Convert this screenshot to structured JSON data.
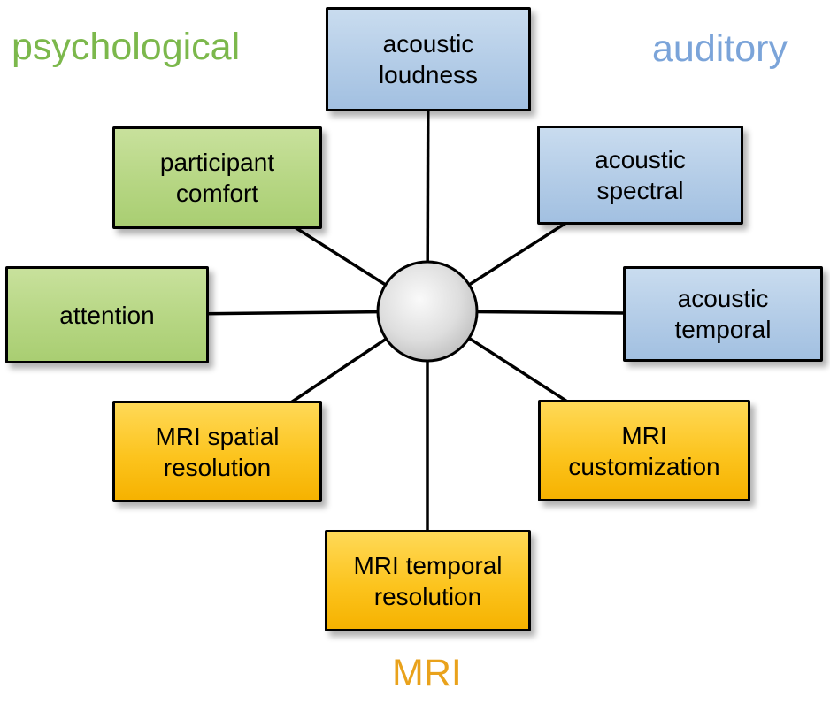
{
  "diagram": {
    "description": "Radial factor diagram with a central hub connected to eight factor boxes grouped into three categories",
    "categories": {
      "psychological": {
        "label": "psychological",
        "color": "#7cb84c"
      },
      "auditory": {
        "label": "auditory",
        "color": "#7ba4d9"
      },
      "mri": {
        "label": "MRI",
        "color": "#e9a21b"
      }
    },
    "node_colors": {
      "auditory": "#b3cce7",
      "psychological": "#b6d683",
      "mri": "#fcc41e"
    },
    "nodes": [
      {
        "label": "acoustic\nloudness",
        "category": "auditory"
      },
      {
        "label": "acoustic\nspectral",
        "category": "auditory"
      },
      {
        "label": "acoustic\ntemporal",
        "category": "auditory"
      },
      {
        "label": "MRI\ncustomization",
        "category": "mri"
      },
      {
        "label": "MRI temporal\nresolution",
        "category": "mri"
      },
      {
        "label": "MRI spatial\nresolution",
        "category": "mri"
      },
      {
        "label": "attention",
        "category": "psychological"
      },
      {
        "label": "participant\ncomfort",
        "category": "psychological"
      }
    ]
  }
}
